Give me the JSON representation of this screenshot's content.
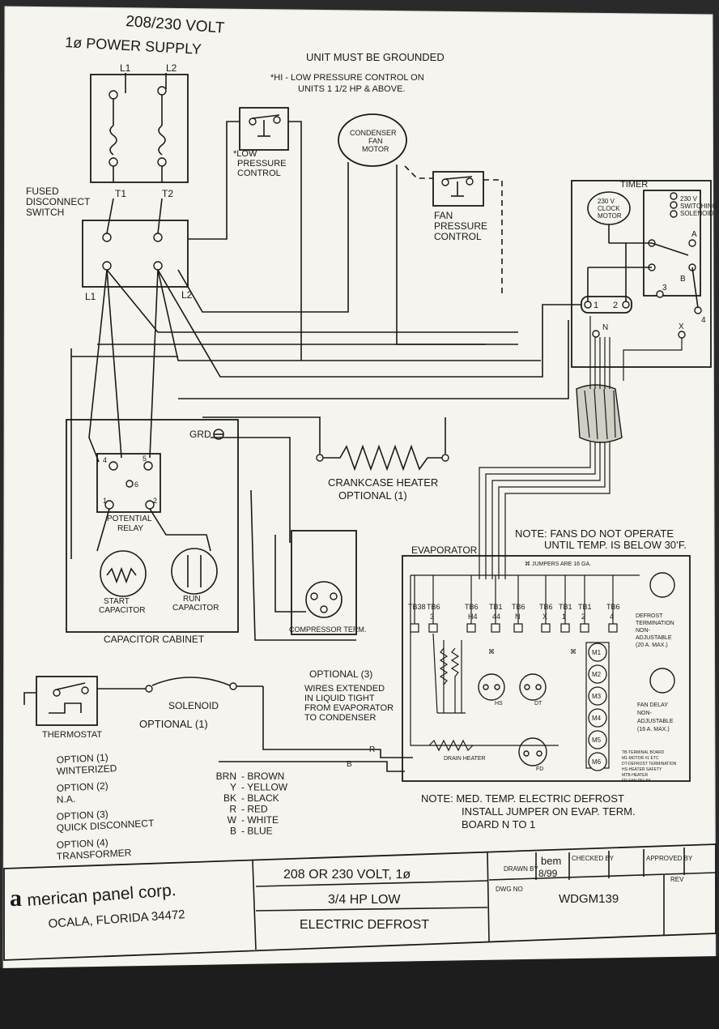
{
  "power_supply": {
    "title1": "208/230 VOLT",
    "title2": "1ø POWER SUPPLY",
    "l1": "L1",
    "l2": "L2"
  },
  "notes": {
    "grounded": "UNIT MUST BE GROUNDED",
    "hi_low1": "*HI - LOW PRESSURE CONTROL ON",
    "hi_low2": "UNITS 1 1/2 HP & ABOVE.",
    "fans1": "NOTE: FANS DO NOT OPERATE",
    "fans2": "UNTIL TEMP. IS BELOW 30’F.",
    "med1": "NOTE: MED. TEMP. ELECTRIC DEFROST",
    "med2": "INSTALL JUMPER ON EVAP. TERM.",
    "med3": "BOARD N TO 1",
    "jumpers": "⌘ JUMPERS ARE 16 GA."
  },
  "components": {
    "low_pressure": [
      "*LOW",
      "PRESSURE",
      "CONTROL"
    ],
    "condenser_fan": [
      "CONDENSER",
      "FAN",
      "MOTOR"
    ],
    "fan_pressure": [
      "FAN",
      "PRESSURE",
      "CONTROL"
    ],
    "fused": [
      "FUSED",
      "DISCONNECT",
      "SWITCH"
    ],
    "t1": "T1",
    "t2": "T2",
    "timer": "TIMER",
    "clock_motor": [
      "230 V",
      "CLOCK",
      "MOTOR"
    ],
    "switching_solenoid": [
      "230 V",
      "SWITCHING",
      "SOLENOID"
    ],
    "timer_terms": {
      "one": "1",
      "two": "2",
      "three": "3",
      "four": "4",
      "n": "N",
      "x": "X",
      "a": "A",
      "b": "B"
    },
    "grd": "GRD",
    "crankcase1": "CRANKCASE HEATER",
    "crankcase2": "OPTIONAL (1)",
    "potential_relay": [
      "POTENTIAL",
      "RELAY"
    ],
    "relay_terms": {
      "t4": "4",
      "t5": "5",
      "t6": "6",
      "t1": "1",
      "t2": "2"
    },
    "start_cap": [
      "START",
      "CAPACITOR"
    ],
    "run_cap": [
      "RUN",
      "CAPACITOR"
    ],
    "capacitor_cabinet": "CAPACITOR CABINET",
    "compressor_term": "COMPRESSOR TERM.",
    "evaporator": "EVAPORATOR",
    "thermostat": "THERMOSTAT",
    "solenoid": "SOLENOID",
    "solenoid_opt": "OPTIONAL (1)",
    "optional3": [
      "OPTIONAL (3)",
      "WIRES EXTENDED",
      "IN LIQUID TIGHT",
      "FROM EVAPORATOR",
      "TO CONDENSER"
    ],
    "wire_r": "R",
    "wire_b": "B",
    "drain_heater": "DRAIN HEATER",
    "hs": "HS",
    "dt": "DT",
    "fd": "FD"
  },
  "evap_terms": [
    [
      "TB38",
      ""
    ],
    [
      "TB6",
      "3"
    ],
    [
      "TB6",
      "H4"
    ],
    [
      "TB1",
      "44"
    ],
    [
      "TB6",
      "N"
    ],
    [
      "TB6",
      "X"
    ],
    [
      "TB1",
      "1"
    ],
    [
      "TB1",
      "2"
    ],
    [
      "TB6",
      "4"
    ]
  ],
  "motors": [
    "M1",
    "M2",
    "M3",
    "M4",
    "M5",
    "M6"
  ],
  "evap_right": {
    "defrost": [
      "DEFROST",
      "TERMINATION",
      "NON-",
      "ADJUSTABLE",
      "(20 A. MAX.)"
    ],
    "fan_delay": [
      "FAN DELAY",
      "NON-",
      "ADJUSTABLE",
      "(16 A. MAX.)"
    ],
    "legend": [
      "TB-TERMINAL BOARD",
      "M1-MOTOR #1 ETC",
      "DT-DEFROST TERMINATION",
      "HS-HEATER SAFETY",
      "MTB-HEATER",
      "FD-FAN DELAY"
    ]
  },
  "options": [
    [
      "OPTION (1)",
      "WINTERIZED"
    ],
    [
      "OPTION (2)",
      "N.A."
    ],
    [
      "OPTION (3)",
      "QUICK DISCONNECT"
    ],
    [
      "OPTION (4)",
      "TRANSFORMER"
    ]
  ],
  "wire_colors": [
    [
      "BRN",
      "BROWN"
    ],
    [
      "Y",
      "YELLOW"
    ],
    [
      "BK",
      "BLACK"
    ],
    [
      "R",
      "RED"
    ],
    [
      "W",
      "WHITE"
    ],
    [
      "B",
      "BLUE"
    ]
  ],
  "title_block": {
    "company_prefix": "a",
    "company_rest": "merican panel corp.",
    "city": "OCALA, FLORIDA 34472",
    "line1": "208 OR 230 VOLT, 1ø",
    "line2": "3/4 HP LOW",
    "line3": "ELECTRIC DEFROST",
    "drawn_by_label": "DRAWN BY",
    "drawn_by": "bem",
    "date": "8/99",
    "checked_label": "CHECKED BY",
    "approved_label": "APPROVED BY",
    "rev_label": "REV",
    "dwg_no_label": "DWG NO",
    "dwg_no": "WDGM139"
  }
}
